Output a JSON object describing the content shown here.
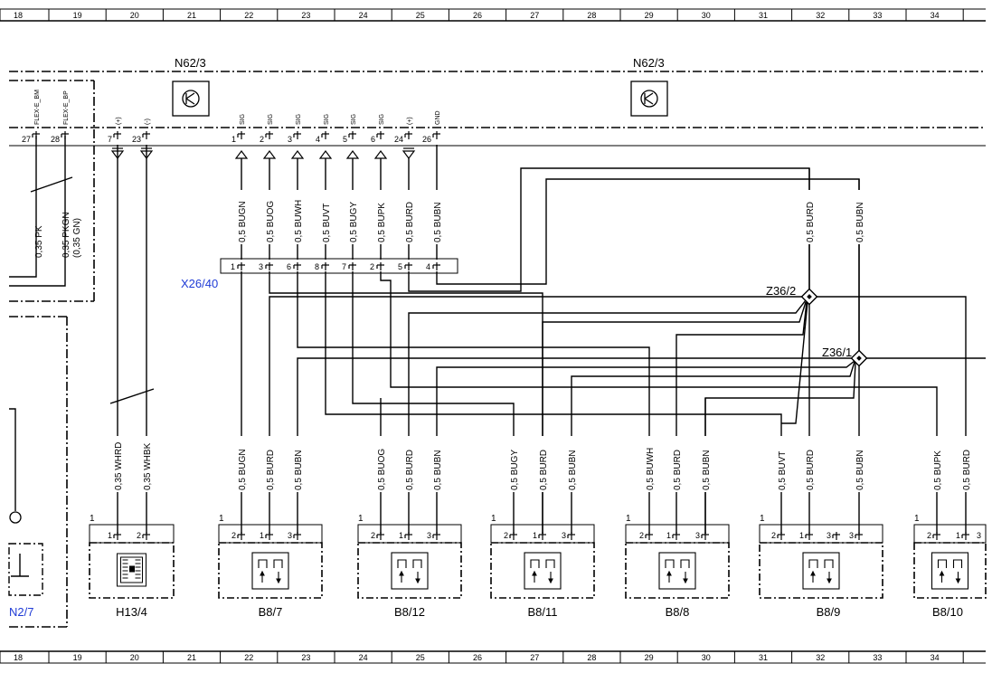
{
  "grid_numbers": [
    "18",
    "19",
    "20",
    "21",
    "22",
    "23",
    "24",
    "25",
    "26",
    "27",
    "28",
    "29",
    "30",
    "31",
    "32",
    "33",
    "34"
  ],
  "modules": {
    "n62_left": "N62/3",
    "n62_right": "N62/3"
  },
  "top_pins": [
    {
      "sig": "FLEX-E_BM",
      "num": "27"
    },
    {
      "sig": "FLEX-E_BP",
      "num": "28"
    },
    {
      "sig": "(+)",
      "num": "7"
    },
    {
      "sig": "(-)",
      "num": "23"
    },
    {
      "sig": "SIG",
      "num": "1"
    },
    {
      "sig": "SIG",
      "num": "2"
    },
    {
      "sig": "SIG",
      "num": "3"
    },
    {
      "sig": "SIG",
      "num": "4"
    },
    {
      "sig": "SIG",
      "num": "5"
    },
    {
      "sig": "SIG",
      "num": "6"
    },
    {
      "sig": "(+)",
      "num": "24"
    },
    {
      "sig": "GND",
      "num": "26"
    }
  ],
  "upper_wires": [
    "0,5 BUGN",
    "0,5 BUOG",
    "0,5 BUWH",
    "0,5 BUVT",
    "0,5 BUGY",
    "0,5 BUPK",
    "0,5 BURD",
    "0,5 BUBN",
    "0,5 BURD",
    "0,5 BUBN"
  ],
  "left_wires": {
    "pk": "0,35 PK",
    "pkgn": "0,35 PKGN",
    "pkgn_alt": "(0,35 GN)"
  },
  "connector": {
    "name": "X26/40",
    "pins": [
      "1",
      "3",
      "6",
      "8",
      "7",
      "2",
      "5",
      "4"
    ]
  },
  "junctions": {
    "z362": "Z36/2",
    "z361": "Z36/1"
  },
  "lower_wires": {
    "h13": [
      "0,35 WHRD",
      "0,35 WHBK"
    ],
    "b87": [
      "0,5 BUGN",
      "0,5 BURD",
      "0,5 BUBN"
    ],
    "b812": [
      "0,5 BUOG",
      "0,5 BURD",
      "0,5 BUBN"
    ],
    "b811": [
      "0,5 BUGY",
      "0,5 BURD",
      "0,5 BUBN"
    ],
    "b88": [
      "0,5 BUWH",
      "0,5 BURD",
      "0,5 BUBN"
    ],
    "b89": [
      "0,5 BUVT",
      "0,5 BURD",
      "0,5 BUBN"
    ],
    "b810": [
      "0,5 BUPK",
      "0,5 BURD"
    ]
  },
  "components": {
    "h13": "H13/4",
    "b87": "B8/7",
    "b812": "B8/12",
    "b811": "B8/11",
    "b88": "B8/8",
    "b89": "B8/9",
    "b810": "B8/10",
    "n27": "N2/7"
  },
  "comp_pins": {
    "one": "1",
    "two": "2",
    "three": "3"
  }
}
